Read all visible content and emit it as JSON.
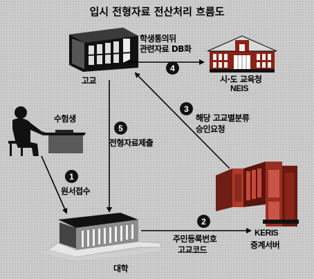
{
  "title": "입시 전형자료 전산처리 흐름도",
  "nodes": {
    "school": "고교",
    "education_office": "시·도 교육청",
    "neis": "NEIS",
    "applicant": "수험생",
    "university": "대학",
    "keris": "KERIS",
    "relay_server": "중계서버"
  },
  "steps": [
    {
      "number": "1",
      "label": "원서접수"
    },
    {
      "number": "2",
      "lines": [
        "주민등록번호",
        "고교코드"
      ]
    },
    {
      "number": "3",
      "lines": [
        "해당 고교별분류",
        "승인요청"
      ]
    },
    {
      "number": "4",
      "lines": [
        "학생통의뒤",
        "관련자료 DB화"
      ]
    },
    {
      "number": "5",
      "label": "전형자료제출"
    }
  ]
}
